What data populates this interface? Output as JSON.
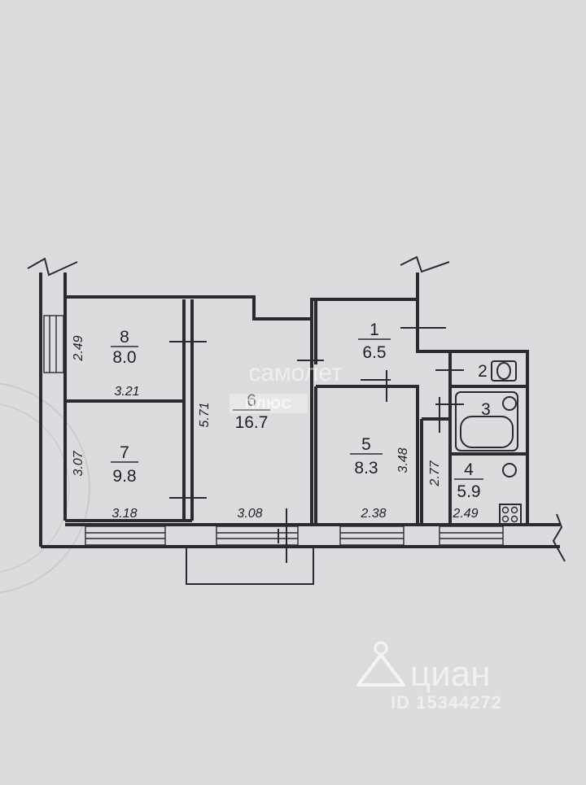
{
  "rooms": [
    {
      "number": "8",
      "area": "8.0"
    },
    {
      "number": "6",
      "area": "16.7"
    },
    {
      "number": "1",
      "area": "6.5"
    },
    {
      "number": "2",
      "area": ""
    },
    {
      "number": "3",
      "area": ""
    },
    {
      "number": "7",
      "area": "9.8"
    },
    {
      "number": "5",
      "area": "8.3"
    },
    {
      "number": "4",
      "area": "5.9"
    }
  ],
  "dimensions": {
    "room8_height": "2.49",
    "room8_width": "3.21",
    "room6_height": "5.71",
    "room7_height": "3.07",
    "room7_width": "3.18",
    "room6_width": "3.08",
    "room5_width": "2.38",
    "room5_height": "3.48",
    "room4_height": "2.77",
    "room4_width": "2.49"
  },
  "watermarks": {
    "samolet": "самолет",
    "samolet_plus": "ПЛЮС",
    "cian": "циан",
    "cian_id": "ID 15344272"
  }
}
